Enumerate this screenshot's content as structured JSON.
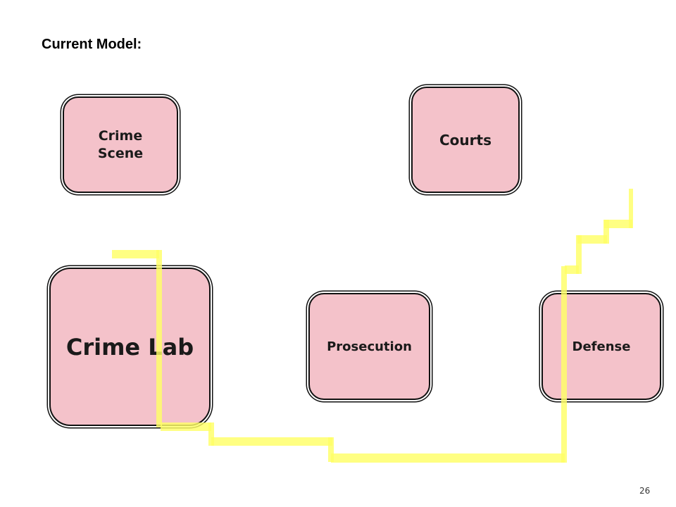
{
  "slide": {
    "heading": "Current Model:",
    "page_number": "26"
  },
  "nodes": [
    {
      "id": "crime-scene",
      "label": "Crime\nScene"
    },
    {
      "id": "courts",
      "label": "Courts"
    },
    {
      "id": "crime-lab",
      "label": "Crime Lab"
    },
    {
      "id": "prosecution",
      "label": "Prosecution"
    },
    {
      "id": "defense",
      "label": "Defense"
    }
  ],
  "colors": {
    "box_fill": "#f4c2ca",
    "box_border": "#111111",
    "highlight": "#ffff66"
  }
}
